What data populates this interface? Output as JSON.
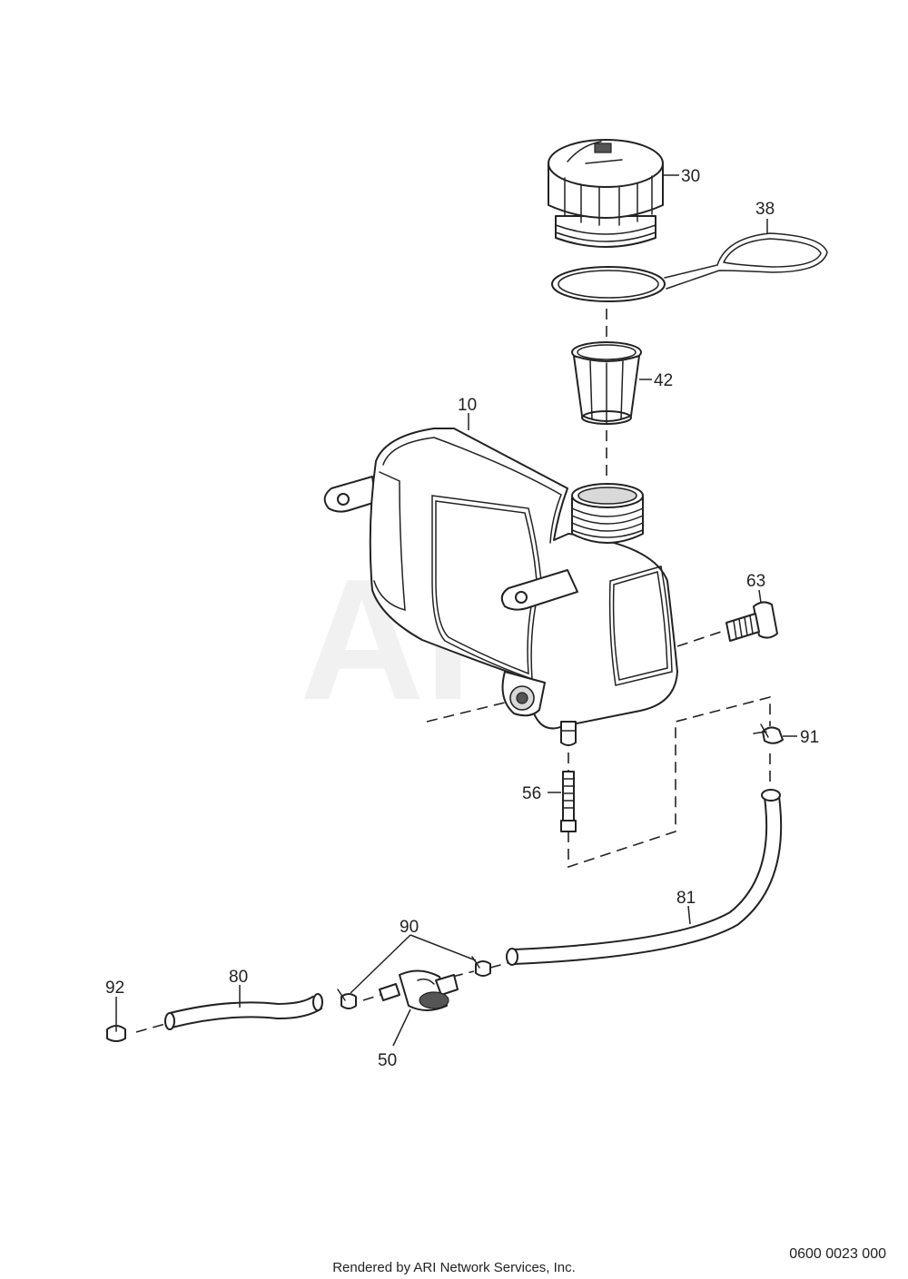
{
  "watermark": "ARI",
  "callouts": [
    {
      "id": "c30",
      "label": "30"
    },
    {
      "id": "c38",
      "label": "38"
    },
    {
      "id": "c42",
      "label": "42"
    },
    {
      "id": "c10",
      "label": "10"
    },
    {
      "id": "c63",
      "label": "63"
    },
    {
      "id": "c91",
      "label": "91"
    },
    {
      "id": "c56",
      "label": "56"
    },
    {
      "id": "c81",
      "label": "81"
    },
    {
      "id": "c90",
      "label": "90"
    },
    {
      "id": "c80",
      "label": "80"
    },
    {
      "id": "c92",
      "label": "92"
    },
    {
      "id": "c50",
      "label": "50"
    }
  ],
  "drawing_number": "0600 0023 000",
  "footer": "Rendered by ARI Network Services, Inc."
}
